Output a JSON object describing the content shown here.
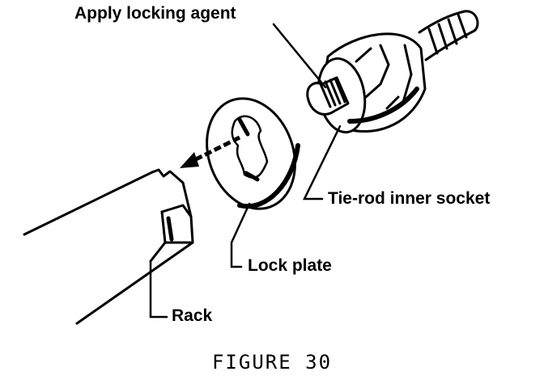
{
  "labels": {
    "apply_locking_agent": "Apply locking agent",
    "tie_rod_inner_socket": "Tie-rod inner socket",
    "lock_plate": "Lock plate",
    "rack": "Rack"
  },
  "caption": "FIGURE 30",
  "colors": {
    "ink": "#000000",
    "paper": "#ffffff"
  }
}
